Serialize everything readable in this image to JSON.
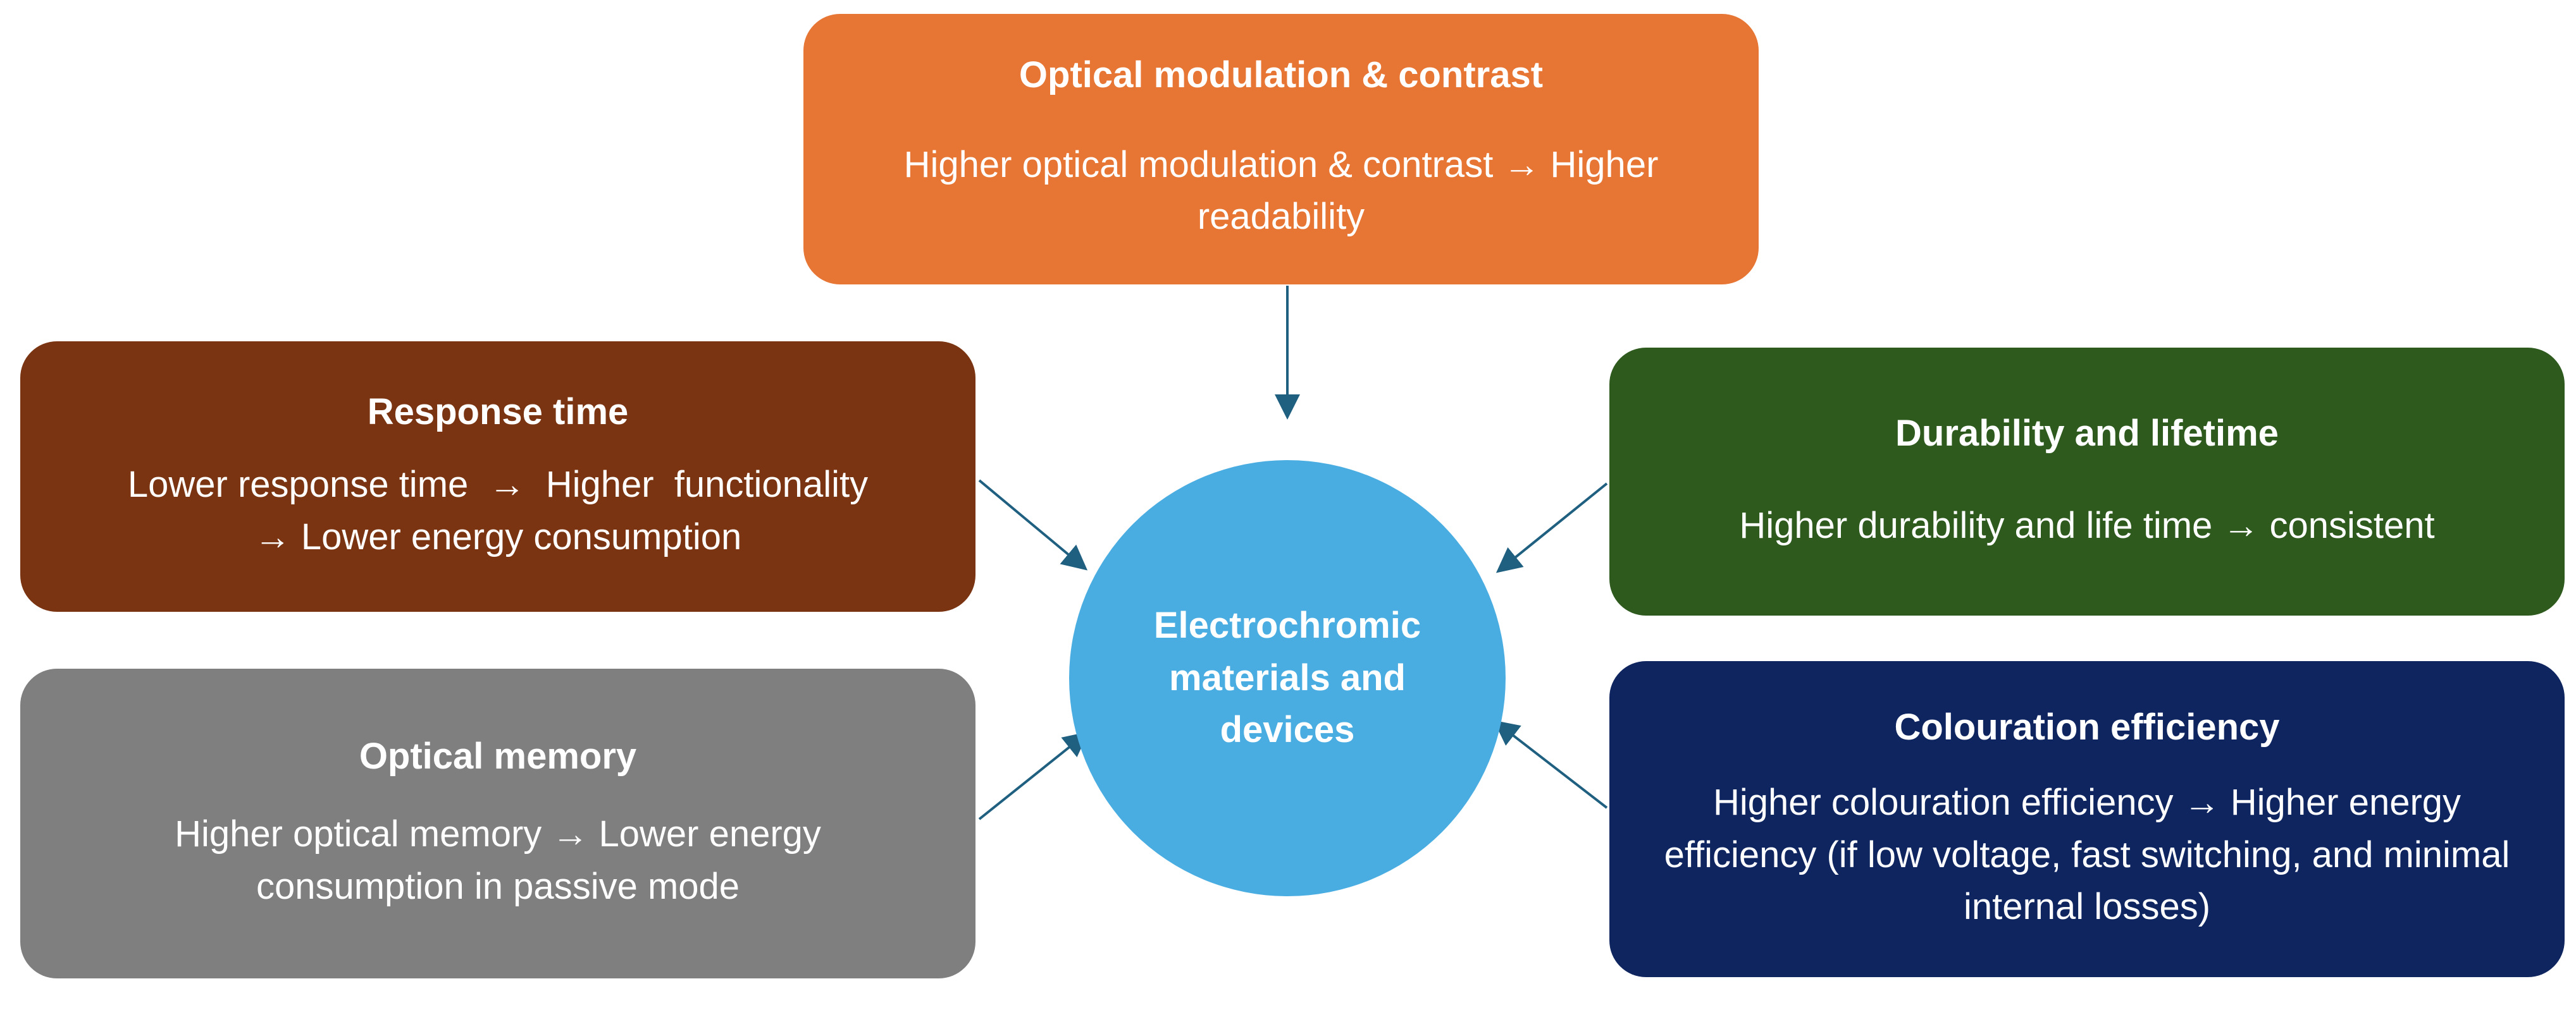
{
  "center": {
    "label": "Electrochromic materials and devices"
  },
  "boxes": {
    "optical_modulation": {
      "title": "Optical modulation & contrast",
      "text": "Higher optical modulation & contrast → Higher readability",
      "color": "#e77533"
    },
    "response_time": {
      "title": "Response time",
      "line1": "Lower response time  →  Higher  functionality",
      "line2": "→ Lower energy consumption",
      "color": "#7a3411"
    },
    "optical_memory": {
      "title": "Optical memory",
      "text": "Higher optical memory → Lower energy consumption in passive mode",
      "color": "#7f7f7f"
    },
    "durability": {
      "title": "Durability and lifetime",
      "text": "Higher durability and life time → consistent",
      "color": "#2e5a1e"
    },
    "colouration_efficiency": {
      "title": "Colouration efficiency",
      "text": "Higher colouration efficiency → Higher energy efficiency (if low voltage, fast switching, and minimal internal losses)",
      "color": "#0f2560"
    }
  },
  "colors": {
    "center": "#4aade2",
    "arrow": "#1f5f80"
  }
}
